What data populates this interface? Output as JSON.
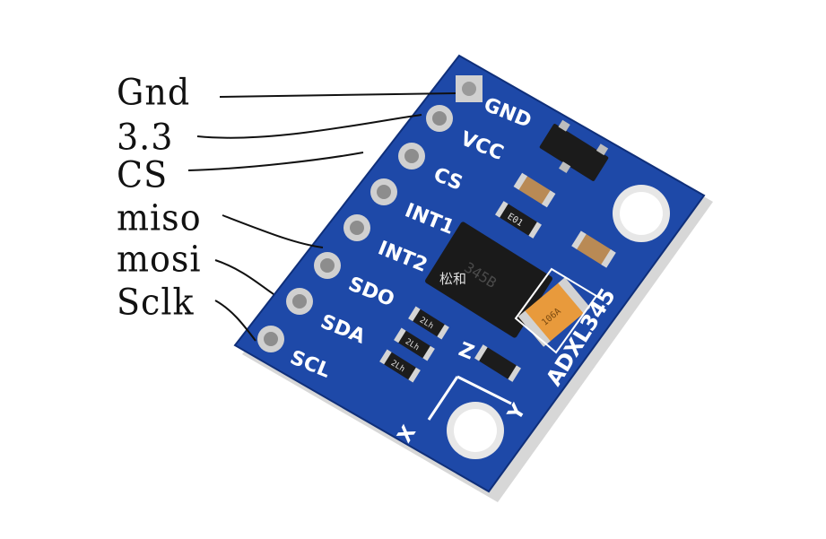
{
  "handwritten_labels": [
    "Gnd",
    "3.3",
    "CS",
    "miso",
    "mosi",
    "Sclk"
  ],
  "silkscreen": {
    "pins": [
      "GND",
      "VCC",
      "CS",
      "INT1",
      "INT2",
      "SDO",
      "SDA",
      "SCL"
    ],
    "chip_label": "ADXL345",
    "axis_x": "X",
    "axis_y": "Y",
    "axis_z": "Z",
    "resistor_marks": [
      "2Lh",
      "2Lh",
      "2Lh"
    ],
    "component_mark": "E01",
    "ic_marking": "345B",
    "cap_marking": "106A"
  },
  "watermark": "松和",
  "colors": {
    "board": "#1e49a8",
    "board_edge": "#0f2f7a",
    "pad": "#c9c9c9",
    "silk": "#ffffff"
  }
}
